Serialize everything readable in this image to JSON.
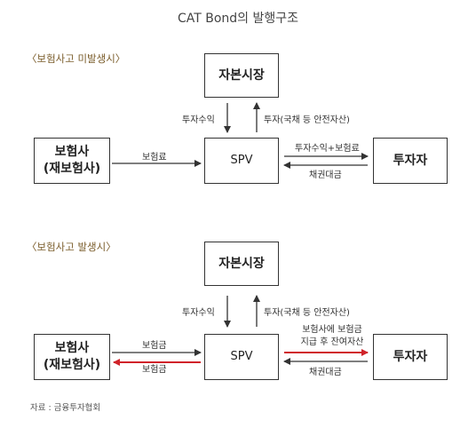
{
  "title": "CAT Bond의 발행구조",
  "colors": {
    "accent": "#7a5c2a",
    "line": "#333333",
    "highlight": "#d0232a"
  },
  "before": {
    "heading": "〈보험사고 미발생시〉",
    "capital_market": "자본시장",
    "insurer": "보험사\n(재보험사)",
    "spv": "SPV",
    "investor": "투자자",
    "label_return_down": "투자수익",
    "label_invest_up": "투자(국채 등 안전자산)",
    "label_premium": "보험료",
    "label_to_investor": "투자수익+보험료",
    "label_bond_purchase": "채권대금"
  },
  "after": {
    "heading": "〈보험사고 발생시〉",
    "capital_market": "자본시장",
    "insurer": "보험사\n(재보험사)",
    "spv": "SPV",
    "investor": "투자자",
    "label_return_down": "투자수익",
    "label_invest_up": "투자(국채 등 안전자산)",
    "label_ins_to_spv": "보험금",
    "label_spv_to_ins": "보험금",
    "label_to_investor": "보험사에 보험금\n지급 후 잔여자산",
    "label_bond_purchase": "채권대금"
  },
  "source": "자료 : 금융투자협회"
}
